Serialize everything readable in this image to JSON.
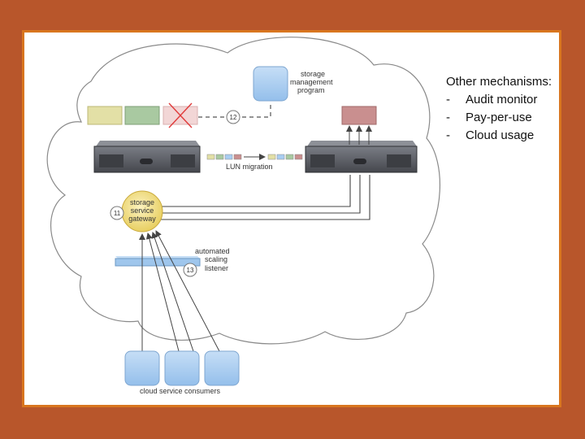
{
  "diagram": {
    "storage_program": [
      "storage",
      "management",
      "program"
    ],
    "step_12": "12",
    "lun_migration": "LUN migration",
    "gateway": [
      "storage",
      "service",
      "gateway"
    ],
    "step_11": "11",
    "listener": [
      "automated",
      "scaling",
      "listener"
    ],
    "step_13": "13",
    "consumers": "cloud service consumers",
    "colors": {
      "cloud_stroke": "#8a8a8a",
      "server": "#5b5e66",
      "gateway": "#f4e28a",
      "consumer": "#a9cdf2",
      "lun_yellow": "#e3e0a6",
      "lun_green": "#a9c9a1",
      "lun_removed": "#f2d6d6",
      "lun_red": "#c98f8f",
      "removed_mark": "#e03b3b"
    }
  },
  "notes": {
    "heading": "Other mechanisms:",
    "items": [
      "Audit monitor",
      "Pay-per-use",
      "Cloud usage"
    ]
  }
}
